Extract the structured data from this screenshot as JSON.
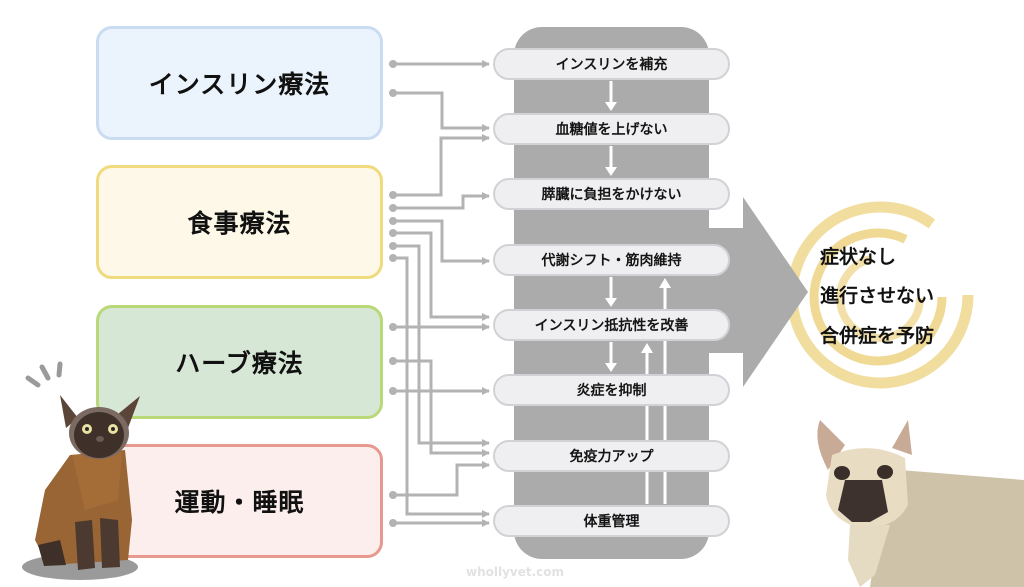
{
  "therapies": [
    {
      "label": "インスリン療法",
      "bg": "#ebf3fc",
      "border": "#c9dcf2"
    },
    {
      "label": "食事療法",
      "bg": "#fdf8e7",
      "border": "#f0da7e"
    },
    {
      "label": "ハーブ療法",
      "bg": "#d7e7d5",
      "border": "#b9d877"
    },
    {
      "label": "運動・睡眠",
      "bg": "#fdeeee",
      "border": "#e8998f"
    }
  ],
  "effects": [
    "インスリンを補充",
    "血糖値を上げない",
    "膵臓に負担をかけない",
    "代謝シフト・筋肉維持",
    "インスリン抵抗性を改善",
    "炎症を抑制",
    "免疫力アップ",
    "体重管理"
  ],
  "connections": [
    {
      "from": "インスリン療法",
      "to": "インスリンを補充"
    },
    {
      "from": "インスリン療法",
      "to": "血糖値を上げない"
    },
    {
      "from": "食事療法",
      "to": "血糖値を上げない"
    },
    {
      "from": "食事療法",
      "to": "膵臓に負担をかけない"
    },
    {
      "from": "食事療法",
      "to": "代謝シフト・筋肉維持"
    },
    {
      "from": "食事療法",
      "to": "インスリン抵抗性を改善"
    },
    {
      "from": "食事療法",
      "to": "免疫力アップ"
    },
    {
      "from": "食事療法",
      "to": "体重管理"
    },
    {
      "from": "ハーブ療法",
      "to": "インスリン抵抗性を改善"
    },
    {
      "from": "ハーブ療法",
      "to": "免疫力アップ"
    },
    {
      "from": "ハーブ療法",
      "to": "炎症を抑制"
    },
    {
      "from": "運動・睡眠",
      "to": "免疫力アップ"
    },
    {
      "from": "運動・睡眠",
      "to": "体重管理"
    }
  ],
  "outcomes": [
    "症状なし",
    "進行させない",
    "合併症を予防"
  ],
  "watermark": "whollyvet.com",
  "colors": {
    "column": "#ababab",
    "connector": "#b3b3b3",
    "ring": "#efd995"
  }
}
